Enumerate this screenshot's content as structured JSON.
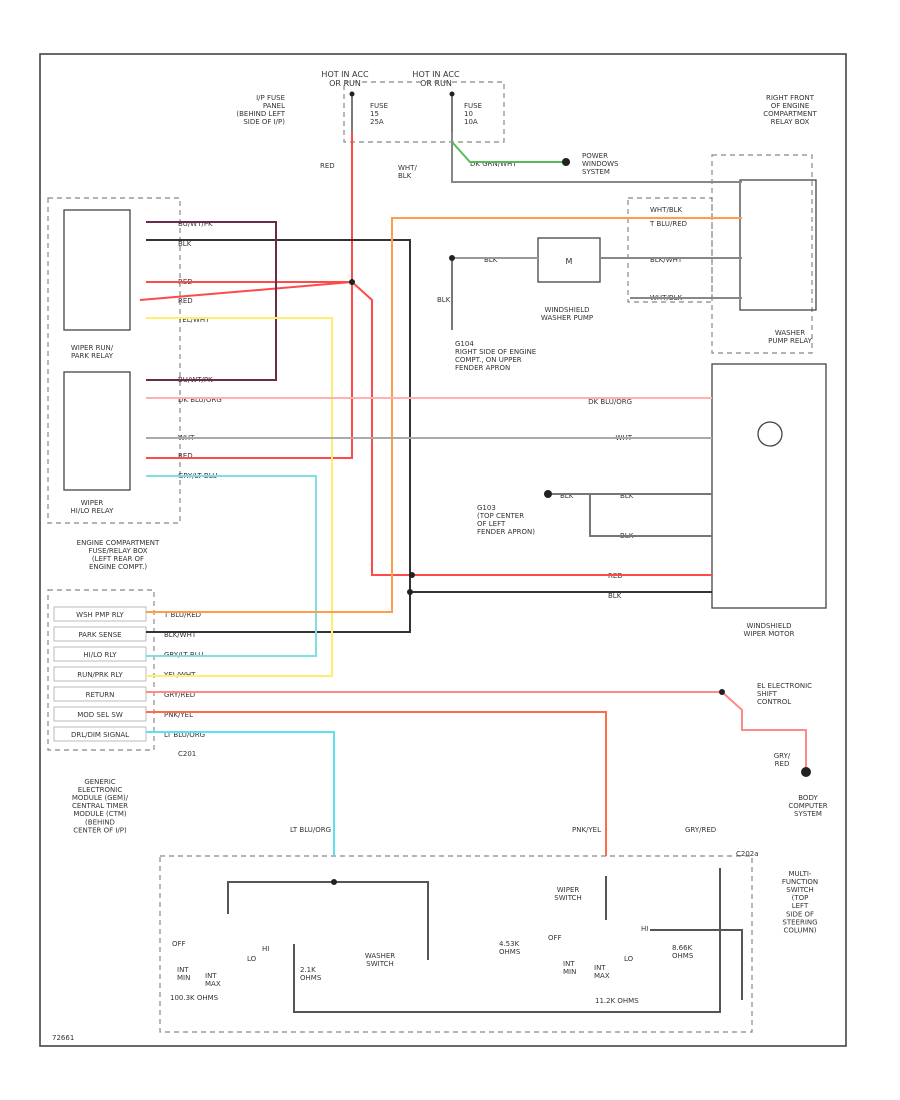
{
  "fuses": {
    "hot_run_label": "HOT IN ACC\nOR RUN",
    "hot_run2_label": "HOT IN ACC\nOR RUN",
    "ip_fuse_panel": "I/P FUSE\nPANEL\n(BEHIND LEFT\nSIDE OF I/P)",
    "fuse_a": "FUSE\n15\n25A",
    "fuse_b": "FUSE\n10\n10A",
    "power_windows": "POWER\nWINDOWS\nSYSTEM",
    "wht_blk": "WHT/\nBLK"
  },
  "relays": {
    "right_front_box": "RIGHT FRONT\nOF ENGINE\nCOMPARTMENT\nRELAY BOX",
    "washer_pump_relay": "WASHER\nPUMP RELAY",
    "wiper_run_park": "WIPER RUN/\nPARK RELAY",
    "wiper_hi_lo": "WIPER\nHI/LO RELAY",
    "engine_box": "ENGINE COMPARTMENT\nFUSE/RELAY BOX\n(LEFT REAR OF\nENGINE COMPT.)"
  },
  "components": {
    "washer_pump": "WINDSHIELD\nWASHER PUMP",
    "ground_g104": "G104\nRIGHT SIDE OF ENGINE\nCOMPT., ON UPPER\nFENDER APRON",
    "ground_g103": "G103\n(TOP CENTER\nOF LEFT\nFENDER APRON)",
    "wiper_motor": "WINDSHIELD\nWIPER MOTOR",
    "gem_label": "GENERIC\nELECTRONIC\nMODULE (GEM)/\nCENTRAL TIMER\nMODULE (CTM)\n(BEHIND\nCENTER OF I/P)",
    "connector_c201": "C201",
    "shift_control": "EL ELECTRONIC\nSHIFT\nCONTROL",
    "body_computer": "BODY\nCOMPUTER\nSYSTEM",
    "gry_red_bottom": "GRY/\nRED",
    "multifunction": "MULTI-\nFUNCTION\nSWITCH\n(TOP\nLEFT\nSIDE OF\nSTEERING\nCOLUMN)",
    "wiper_switch": "WIPER\nSWITCH",
    "washer_switch": "WASHER\nSWITCH",
    "switch_c202": "C202a",
    "fig_id": "72661"
  },
  "gem_pins": [
    "WSH PMP RLY",
    "PARK SENSE",
    "HI/LO RLY",
    "RUN/PRK RLY",
    "RETURN",
    "MOD SEL SW",
    "DRL/DIM SIGNAL"
  ],
  "wires": {
    "red": "RED",
    "blk": "BLK",
    "wht": "WHT",
    "bu_pk": "BU/WT/PK",
    "yel_wht": "YEL/WHT",
    "dk_blu_org": "DK BLU/ORG",
    "gry_lt_blu": "GRY/LT BLU",
    "t_blu_red": "T BLU/RED",
    "blk_wht": "BLK/WHT",
    "wht_blk": "WHT/BLK",
    "dk_grn_wht": "DK GRN/WHT",
    "pnk_yel": "PNK/YEL",
    "gry_red": "GRY/RED",
    "lt_blu_org": "LT BLU/ORG",
    "lt_blu_org_top": "LT BLU/ORG",
    "pnk_yel_top": "PNK/YEL",
    "gry_red_top": "GRY/RED"
  },
  "switch_labels": {
    "off": "OFF",
    "int_min": "INT\nMIN",
    "int_min2": "INT\nMIN",
    "int_max": "INT\nMAX",
    "lo": "LO",
    "hi": "HI",
    "r_ohm": "2.1K\nOHMS",
    "k_ohm": "4.53K\nOHMS",
    "r_ohm2": "8.66K\nOHMS",
    "k_ohm2": "2.1K\nOHMS",
    "m_ohm": "11.2K OHMS",
    "res_a": "100.3K OHMS"
  }
}
